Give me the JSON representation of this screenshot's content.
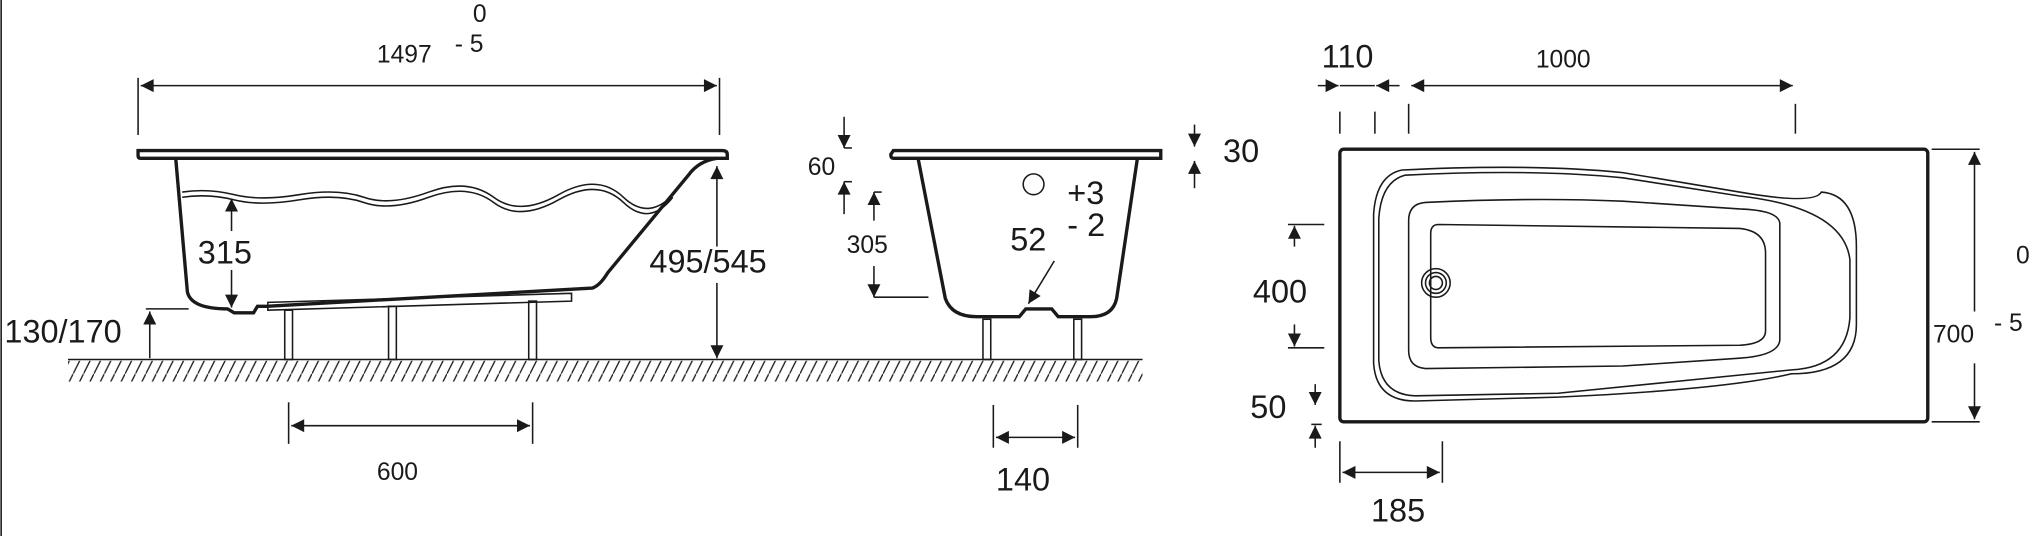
{
  "side_view": {
    "length": "1497",
    "length_tol_upper": "0",
    "length_tol_lower": "- 5",
    "water_depth": "315",
    "total_height": "495/545",
    "leg_height": "130/170",
    "leg_spacing": "600"
  },
  "end_view": {
    "rim_to_overflow": "60",
    "overflow_height": "305",
    "rim_thickness": "30",
    "drain_diameter": "52",
    "drain_tol_upper": "+3",
    "drain_tol_lower": "- 2",
    "leg_spacing": "140"
  },
  "top_view": {
    "offset_left": "110",
    "inner_length": "1000",
    "width": "700",
    "width_tol_upper": "0",
    "width_tol_lower": "- 5",
    "drain_zone": "400",
    "bottom_margin": "50",
    "drain_offset": "185"
  }
}
